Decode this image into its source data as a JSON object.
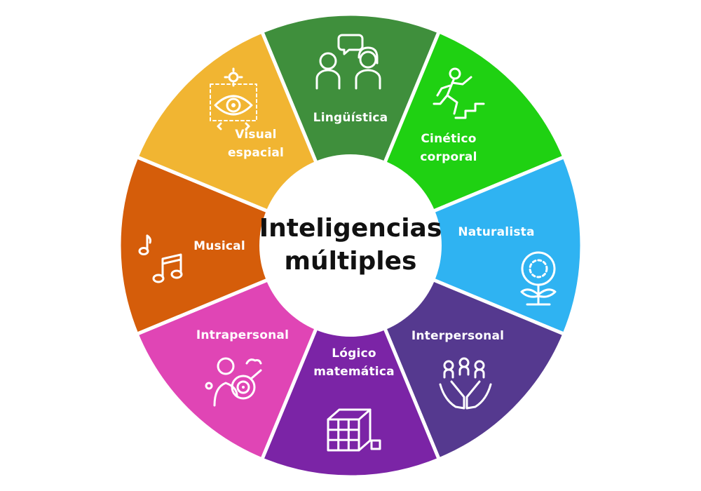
{
  "title": {
    "line1": "Inteligencias",
    "line2": "múltiples"
  },
  "segments": [
    {
      "id": "linguistica",
      "lines": [
        "Lingüística"
      ],
      "color": "#3f8f3c",
      "icon": "people-talking-icon"
    },
    {
      "id": "cinetico",
      "lines": [
        "Cinético",
        "corporal"
      ],
      "color": "#1fd112",
      "icon": "running-person-icon"
    },
    {
      "id": "naturalista",
      "lines": [
        "Naturalista"
      ],
      "color": "#2fb3f2",
      "icon": "flower-icon"
    },
    {
      "id": "interpersonal",
      "lines": [
        "Interpersonal"
      ],
      "color": "#55398f",
      "icon": "hands-people-icon"
    },
    {
      "id": "logico",
      "lines": [
        "Lógico",
        "matemática"
      ],
      "color": "#7b24a6",
      "icon": "cube-icon"
    },
    {
      "id": "intrapersonal",
      "lines": [
        "Intrapersonal"
      ],
      "color": "#e045b5",
      "icon": "person-target-icon"
    },
    {
      "id": "musical",
      "lines": [
        "Musical"
      ],
      "color": "#d55d0a",
      "icon": "music-notes-icon"
    },
    {
      "id": "visual",
      "lines": [
        "Visual",
        "espacial"
      ],
      "color": "#f1b532",
      "icon": "eye-icon"
    }
  ]
}
